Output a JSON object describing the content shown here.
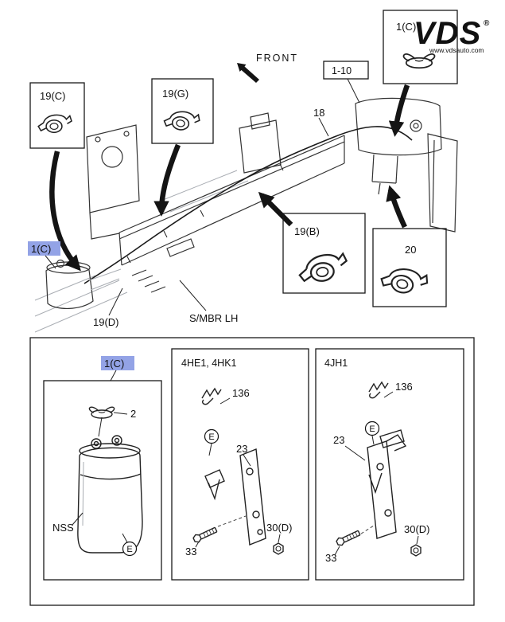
{
  "logo": {
    "brand": "VDS",
    "registered": "®",
    "site": "www.vdsauto.com"
  },
  "colors": {
    "brand_red": "#e4231e",
    "highlight_blue": "#93a3e6",
    "line": "#1a1a1a"
  },
  "main_diagram": {
    "front_label": "FRONT",
    "assembly_ref": "1-10",
    "hose": "18",
    "tank": "1(C)",
    "cap_detail": "1(C)",
    "clip_c": "19(C)",
    "clip_g": "19(G)",
    "clip_b": "19(B)",
    "clip_d": "19(D)",
    "clip_20": "20",
    "side_member": "S/MBR LH"
  },
  "detail_section": {
    "selected_part": "1(C)",
    "tank_panel": {
      "cap": "2",
      "availability": "NSS",
      "view_ref": "E"
    },
    "engine_panels": [
      {
        "header": "4HE1, 4HK1",
        "clip": "136",
        "view_ref": "E",
        "bracket": "23",
        "nut": "30(D)",
        "bolt": "33"
      },
      {
        "header": "4JH1",
        "clip": "136",
        "view_ref": "E",
        "bracket": "23",
        "nut": "30(D)",
        "bolt": "33"
      }
    ]
  }
}
